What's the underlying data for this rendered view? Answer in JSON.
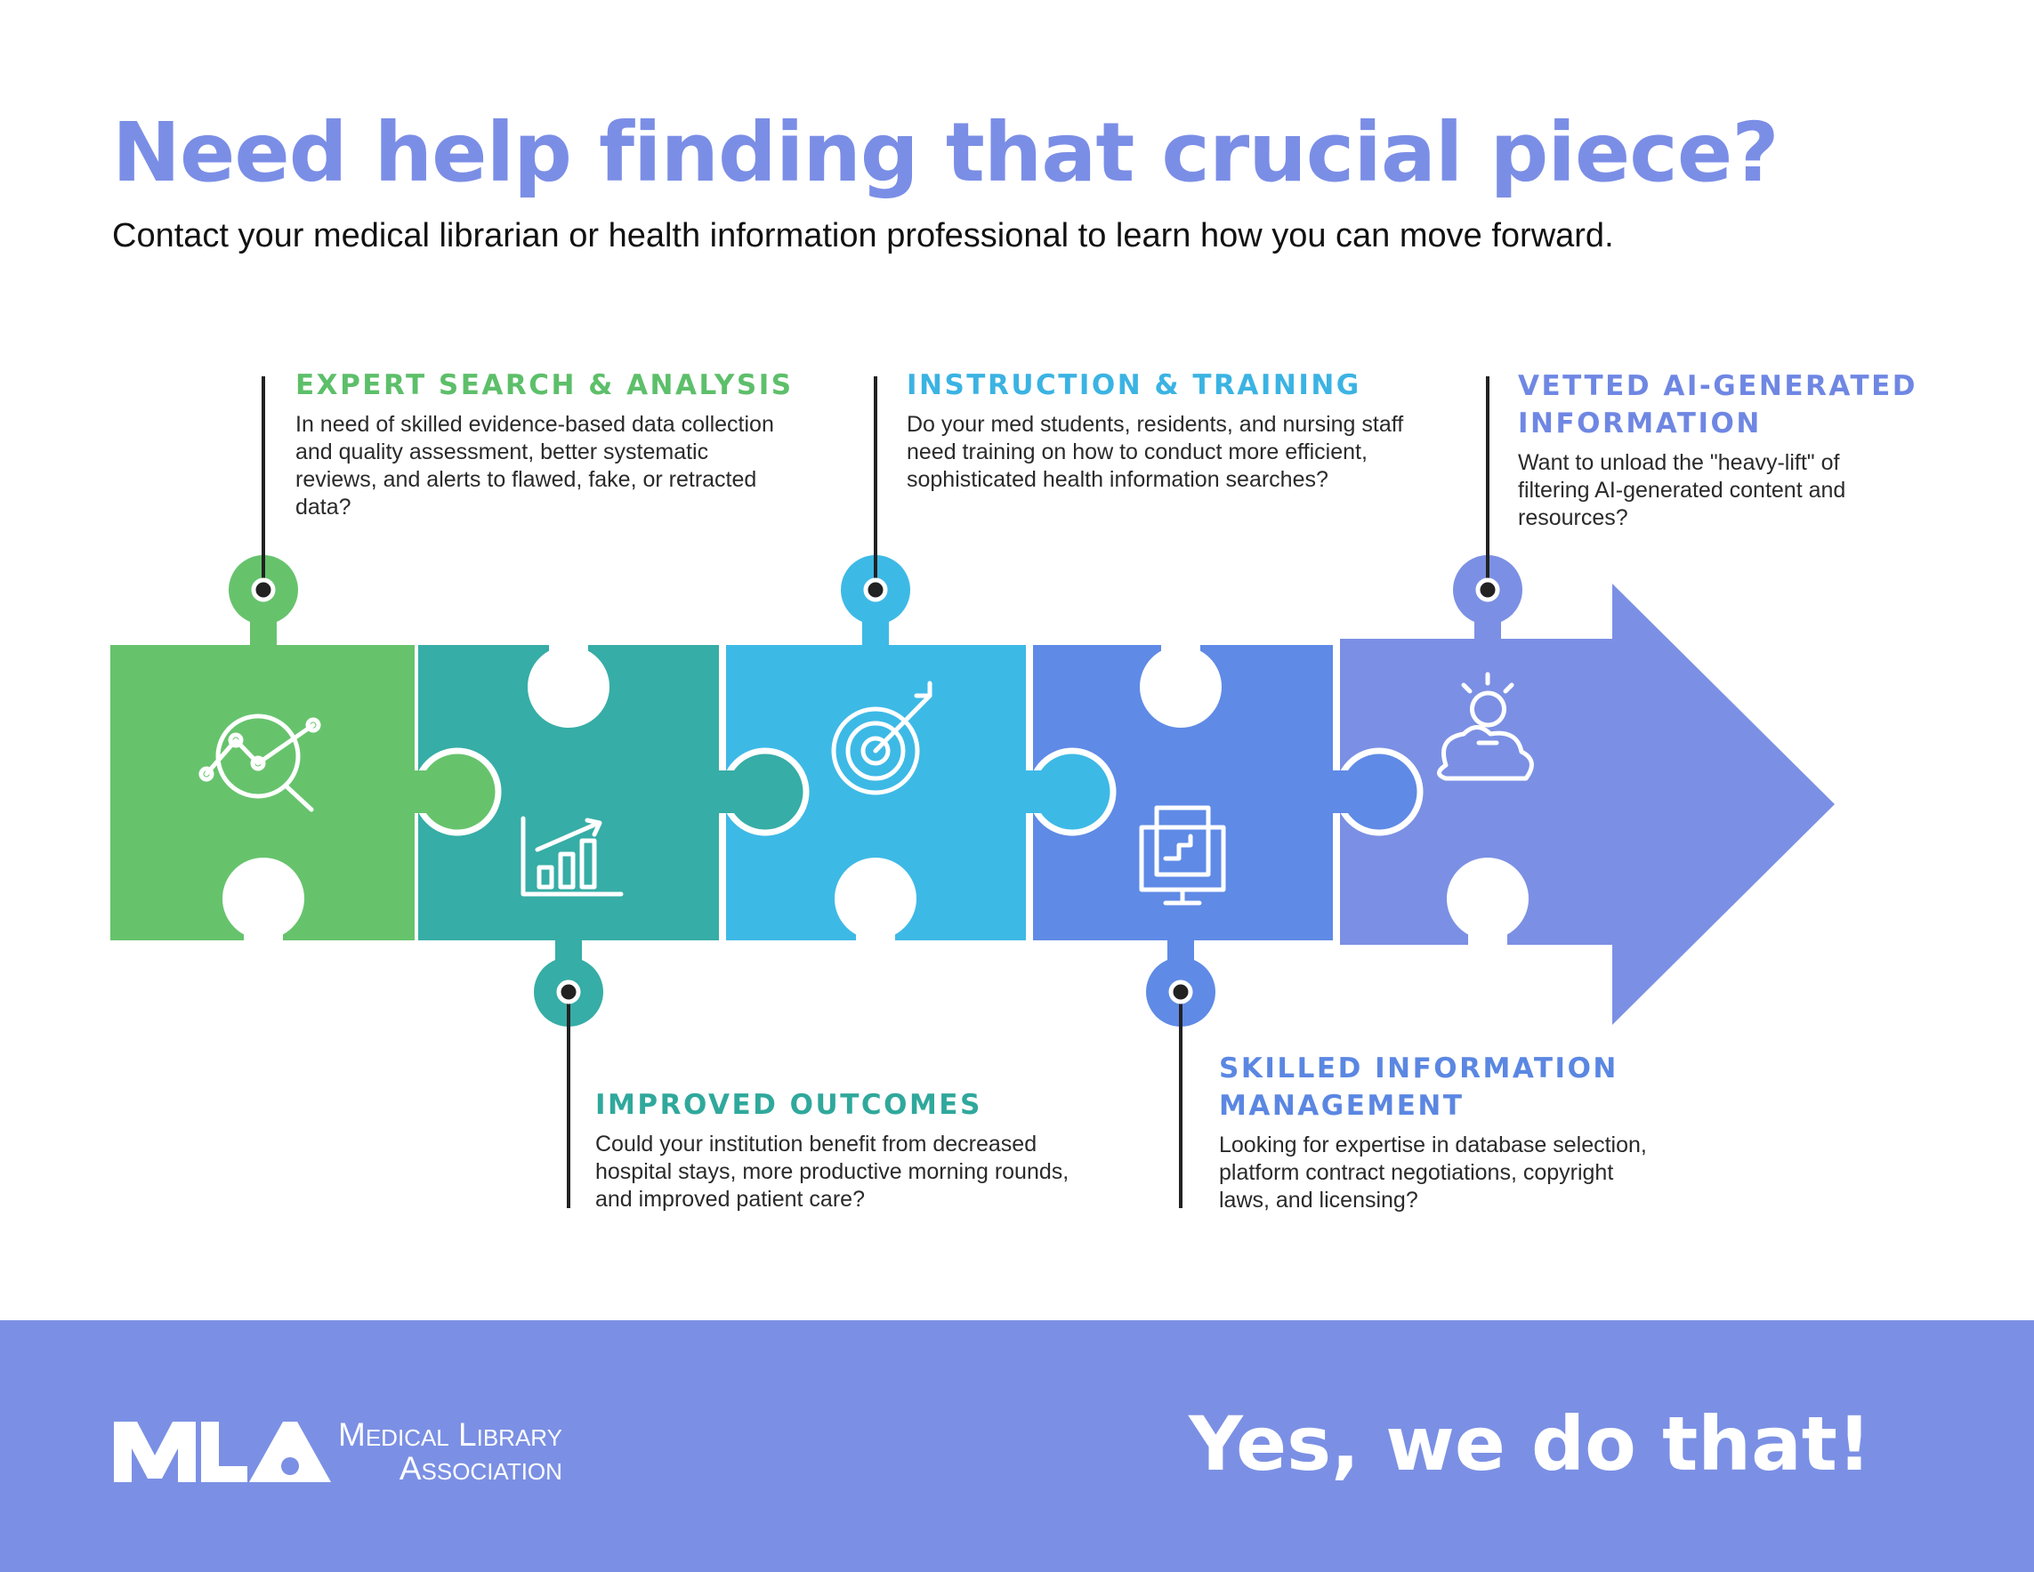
{
  "header": {
    "title": "Need help finding that crucial piece?",
    "subtitle": "Contact your medical librarian or health information professional to learn how you can move forward."
  },
  "steps": [
    {
      "title": "EXPERT SEARCH & ANALYSIS",
      "body": "In need of skilled evidence-based data collection and quality assessment, better systematic reviews, and alerts to flawed, fake, or retracted data?",
      "color": "#5dbf6a",
      "icon": "magnifier-chart-icon"
    },
    {
      "title": "IMPROVED OUTCOMES",
      "body": "Could your institution benefit from decreased hospital stays, more productive morning rounds, and improved patient care?",
      "color": "#30a89c",
      "icon": "growth-chart-icon"
    },
    {
      "title": "INSTRUCTION & TRAINING",
      "body": "Do your med students, residents, and nursing staff need training on how to conduct more efficient, sophisticated health information searches?",
      "color": "#3bb3e3",
      "icon": "target-icon"
    },
    {
      "title": "SKILLED INFORMATION MANAGEMENT",
      "body": "Looking for expertise in database selection, platform contract negotiations, copyright laws, and licensing?",
      "color": "#5b87e2",
      "icon": "computer-report-icon"
    },
    {
      "title": "VETTED AI-GENERATED INFORMATION",
      "body": "Want to unload the \"heavy-lift\" of filtering AI-generated content and resources?",
      "color": "#6f87e3",
      "icon": "brain-lightbulb-icon"
    }
  ],
  "footer": {
    "logo_mark": "MLA",
    "logo_line1": "Medical Library",
    "logo_line2": "Association",
    "slogan": "Yes, we do that!"
  }
}
